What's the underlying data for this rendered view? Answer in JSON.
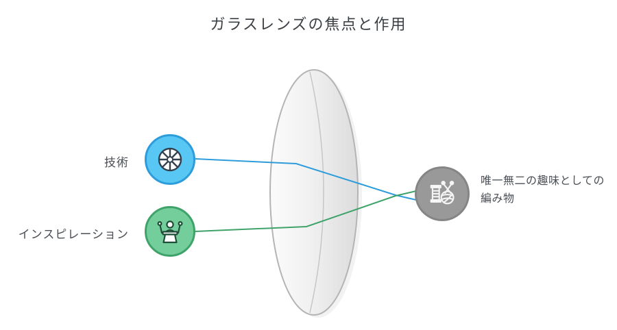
{
  "title": "ガラスレンズの焦点と作用",
  "diagram": {
    "inputs": [
      {
        "label": "技術",
        "icon": "wheel-icon"
      },
      {
        "label": "インスピレーション",
        "icon": "podium-presenter-icon"
      }
    ],
    "lens": {
      "icon": "convex-lens"
    },
    "output": {
      "label_line1": "唯一無二の趣味としての",
      "label_line2": "編み物",
      "icon": "yarn-knitting-icon"
    }
  },
  "colors": {
    "title_color": "#3b4045",
    "label_color": "#4a4f55",
    "input1_fill": "#58c7f3",
    "input1_border": "#2d9cdb",
    "input2_fill": "#74ce9b",
    "input2_border": "#3fa369",
    "output_fill": "#999999",
    "output_border": "#858585",
    "line_blue": "#2d9cdb",
    "line_green": "#3fa369",
    "lens_stroke": "#b4b4b4"
  }
}
